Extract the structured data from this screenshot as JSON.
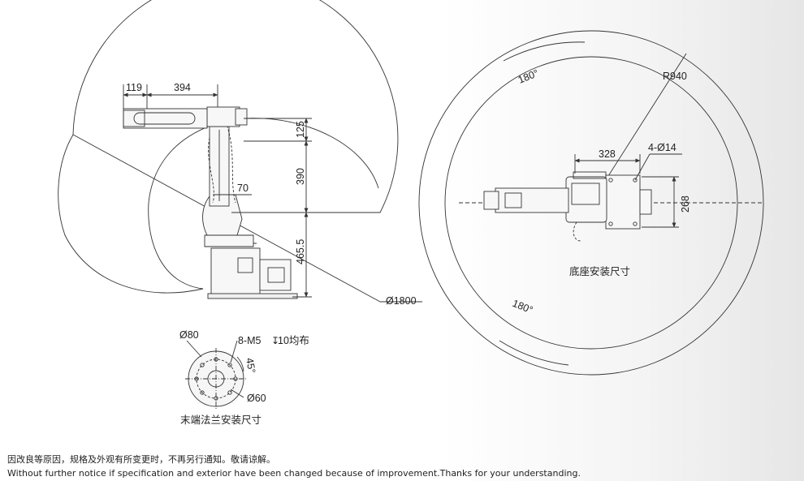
{
  "left_view": {
    "dim_119": "119",
    "dim_394": "394",
    "dim_125": "125",
    "dim_390": "390",
    "dim_70": "70",
    "dim_465": "465.5",
    "dim_reach": "Ø1800"
  },
  "flange_view": {
    "dim_d80": "Ø80",
    "dim_holes": "8-M5",
    "dim_holes_depth": "10均布",
    "dim_angle": "45°",
    "dim_d60": "Ø60",
    "caption": "末端法兰安装尺寸"
  },
  "top_view": {
    "angle_top": "180°",
    "angle_bottom": "180°",
    "radius": "R940",
    "dim_328": "328",
    "dim_holes": "4-Ø14",
    "dim_268": "268",
    "caption": "底座安装尺寸"
  },
  "footer": {
    "notice_cn": "因改良等原因，规格及外观有所变更时，不再另行通知。敬请谅解。",
    "notice_en": "Without further notice if specification and exterior have been changed because of improvement.Thanks for your understanding."
  }
}
